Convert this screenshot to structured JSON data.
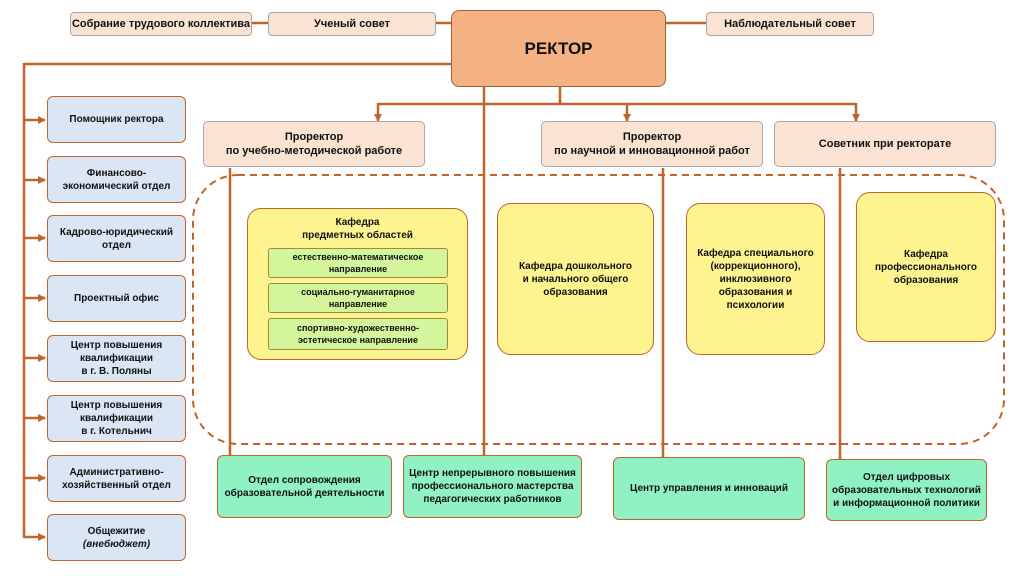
{
  "top_boards": {
    "labor": "Собрание трудового коллектива",
    "academic": "Ученый совет",
    "supervisory": "Наблюдательный совет"
  },
  "rector": "РЕКТОР",
  "prorectors": {
    "methodical_line1": "Проректор",
    "methodical_line2": "по учебно-методической работе",
    "science_line1": "Проректор",
    "science_line2": "по научной и инновационной работ",
    "advisor": "Советник при ректорате"
  },
  "side_units": [
    {
      "line1": "Помощник ректора",
      "line2": "",
      "line3": ""
    },
    {
      "line1": "Финансово-",
      "line2": "экономический отдел",
      "line3": ""
    },
    {
      "line1": "Кадрово-юридический",
      "line2": "отдел",
      "line3": ""
    },
    {
      "line1": "Проектный офис",
      "line2": "",
      "line3": ""
    },
    {
      "line1": "Центр повышения",
      "line2": "квалификации",
      "line3": "в г. В. Поляны"
    },
    {
      "line1": "Центр повышения",
      "line2": "квалификации",
      "line3": "в г. Котельнич"
    },
    {
      "line1": "Административно-",
      "line2": "хозяйственный отдел",
      "line3": ""
    },
    {
      "line1": "Общежитие",
      "line2": "(внебюджет)",
      "line3": ""
    }
  ],
  "departments": {
    "subject_title1": "Кафедра",
    "subject_title2": "предметных областей",
    "subject_directions": [
      {
        "line1": "естественно-математическое",
        "line2": "направление"
      },
      {
        "line1": "социально-гуманитарное",
        "line2": "направление"
      },
      {
        "line1": "спортивно-художественно-",
        "line2": "эстетическое направление"
      }
    ],
    "preschool": [
      "Кафедра дошкольного",
      "и начального общего",
      "образования"
    ],
    "special": [
      "Кафедра специального",
      "(коррекционного),",
      "инклюзивного",
      "образования и",
      "психологии"
    ],
    "professional": [
      "Кафедра",
      "профессионального",
      "образования"
    ]
  },
  "bottom_units": {
    "support": [
      "Отдел сопровождения",
      "образовательной деятельности"
    ],
    "continuous": [
      "Центр непрерывного повышения",
      "профессионального  мастерства",
      "педагогических работников"
    ],
    "management": [
      "Центр управления  и инноваций"
    ],
    "digital": [
      "Отдел цифровых",
      "образовательных технологий",
      "и информационной политики"
    ]
  },
  "colors": {
    "line": "#c0652a",
    "rector_fill": "#f4b183",
    "board_fill": "#fbe3d3",
    "side_fill": "#dae6f3",
    "department_fill": "#fdf48f",
    "direction_fill": "#d3f59b",
    "bottom_fill": "#90f2c2"
  }
}
